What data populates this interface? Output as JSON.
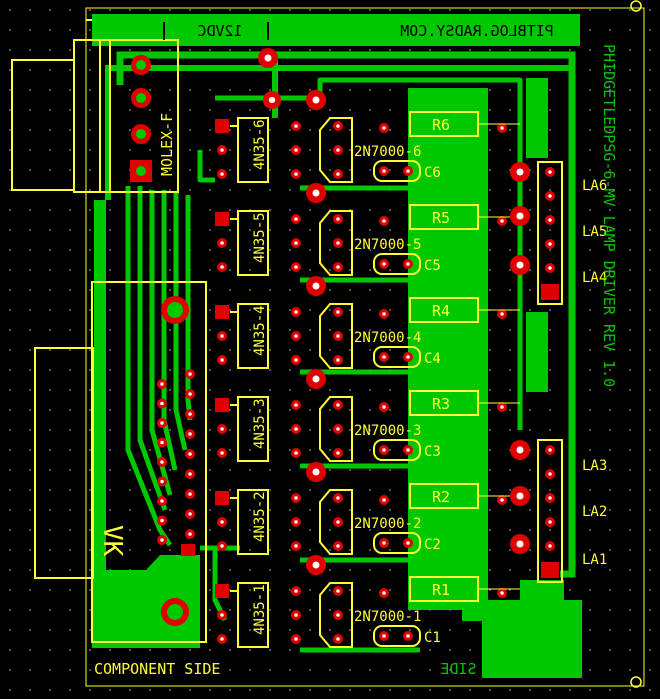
{
  "colors": {
    "background": "#000000",
    "copper": "#00c800",
    "silkscreen": "#ffff33",
    "pad": "#e00000",
    "drill": "#ffffff",
    "grid": "#8a8a8a"
  },
  "labels": {
    "website": "PITBLOG.RADSY.COM",
    "voltage": "12VDC",
    "connector": "MOLEX-F",
    "board_title": "PHIDGETLEDPSG-6-MV LAMP DRIVER REV 1.0",
    "component_side": "COMPONENT SIDE",
    "copper_side": "COPPER SIDE",
    "mark": "VK"
  },
  "channels": [
    {
      "opto": "4N35-6",
      "fet": "2N7000-6",
      "resistor": "R6",
      "capacitor": "C6"
    },
    {
      "opto": "4N35-5",
      "fet": "2N7000-5",
      "resistor": "R5",
      "capacitor": "C5"
    },
    {
      "opto": "4N35-4",
      "fet": "2N7000-4",
      "resistor": "R4",
      "capacitor": "C4"
    },
    {
      "opto": "4N35-3",
      "fet": "2N7000-3",
      "resistor": "R3",
      "capacitor": "C3"
    },
    {
      "opto": "4N35-2",
      "fet": "2N7000-2",
      "resistor": "R2",
      "capacitor": "C2"
    },
    {
      "opto": "4N35-1",
      "fet": "2N7000-1",
      "resistor": "R1",
      "capacitor": "C1"
    }
  ],
  "lamp_outputs": [
    "LA6",
    "LA5",
    "LA4",
    "LA3",
    "LA2",
    "LA1"
  ]
}
